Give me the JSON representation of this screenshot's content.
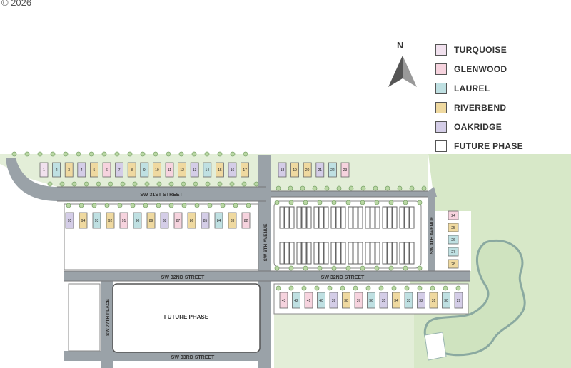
{
  "copyright": "© 2026",
  "compass": {
    "label": "N"
  },
  "legend": [
    {
      "label": "TURQUOISE",
      "color": "#f1e1ee"
    },
    {
      "label": "GLENWOOD",
      "color": "#f6d3de"
    },
    {
      "label": "LAUREL",
      "color": "#bfe0e2"
    },
    {
      "label": "RIVERBEND",
      "color": "#efd9a0"
    },
    {
      "label": "OAKRIDGE",
      "color": "#d4cde7"
    },
    {
      "label": "FUTURE PHASE",
      "color": "#ffffff"
    }
  ],
  "streets": {
    "sw31": "SW 31ST STREET",
    "sw32_left": "SW 32ND STREET",
    "sw32_right": "SW 32ND STREET",
    "sw33": "SW 33RD STREET",
    "sw6th": "SW 6TH AVENUE",
    "sw4th": "SW 4TH AVENUE",
    "sw77": "SW 77TH PLACE"
  },
  "future_phase_label": "FUTURE PHASE",
  "lots": {
    "row1": [
      {
        "n": "1",
        "plan": "turquoise"
      },
      {
        "n": "2",
        "plan": "laurel"
      },
      {
        "n": "3",
        "plan": "riverbend"
      },
      {
        "n": "4",
        "plan": "oakridge"
      },
      {
        "n": "5",
        "plan": "riverbend"
      },
      {
        "n": "6",
        "plan": "glenwood"
      },
      {
        "n": "7",
        "plan": "oakridge"
      },
      {
        "n": "8",
        "plan": "riverbend"
      },
      {
        "n": "9",
        "plan": "laurel"
      },
      {
        "n": "10",
        "plan": "riverbend"
      },
      {
        "n": "11",
        "plan": "glenwood"
      },
      {
        "n": "12",
        "plan": "riverbend"
      },
      {
        "n": "13",
        "plan": "oakridge"
      },
      {
        "n": "14",
        "plan": "laurel"
      },
      {
        "n": "15",
        "plan": "riverbend"
      },
      {
        "n": "16",
        "plan": "oakridge"
      },
      {
        "n": "17",
        "plan": "riverbend"
      }
    ],
    "row1b": [
      {
        "n": "18",
        "plan": "oakridge"
      },
      {
        "n": "19",
        "plan": "riverbend"
      },
      {
        "n": "20",
        "plan": "riverbend"
      },
      {
        "n": "21",
        "plan": "oakridge"
      },
      {
        "n": "22",
        "plan": "laurel"
      },
      {
        "n": "23",
        "plan": "glenwood"
      }
    ],
    "col4th": [
      {
        "n": "24",
        "plan": "glenwood"
      },
      {
        "n": "25",
        "plan": "riverbend"
      },
      {
        "n": "26",
        "plan": "laurel"
      },
      {
        "n": "27",
        "plan": "laurel"
      },
      {
        "n": "28",
        "plan": "riverbend"
      }
    ],
    "row2": [
      {
        "n": "95",
        "plan": "oakridge"
      },
      {
        "n": "94",
        "plan": "riverbend"
      },
      {
        "n": "93",
        "plan": "laurel"
      },
      {
        "n": "92",
        "plan": "riverbend"
      },
      {
        "n": "91",
        "plan": "glenwood"
      },
      {
        "n": "90",
        "plan": "laurel"
      },
      {
        "n": "89",
        "plan": "riverbend"
      },
      {
        "n": "88",
        "plan": "oakridge"
      },
      {
        "n": "87",
        "plan": "glenwood"
      },
      {
        "n": "86",
        "plan": "riverbend"
      },
      {
        "n": "85",
        "plan": "oakridge"
      },
      {
        "n": "84",
        "plan": "laurel"
      },
      {
        "n": "83",
        "plan": "riverbend"
      },
      {
        "n": "82",
        "plan": "glenwood"
      }
    ],
    "row3": [
      {
        "n": "43",
        "plan": "glenwood"
      },
      {
        "n": "42",
        "plan": "laurel"
      },
      {
        "n": "41",
        "plan": "glenwood"
      },
      {
        "n": "40",
        "plan": "laurel"
      },
      {
        "n": "39",
        "plan": "oakridge"
      },
      {
        "n": "38",
        "plan": "riverbend"
      },
      {
        "n": "37",
        "plan": "glenwood"
      },
      {
        "n": "36",
        "plan": "laurel"
      },
      {
        "n": "35",
        "plan": "oakridge"
      },
      {
        "n": "34",
        "plan": "riverbend"
      },
      {
        "n": "33",
        "plan": "laurel"
      },
      {
        "n": "32",
        "plan": "oakridge"
      },
      {
        "n": "31",
        "plan": "riverbend"
      },
      {
        "n": "30",
        "plan": "laurel"
      },
      {
        "n": "29",
        "plan": "oakridge"
      }
    ]
  }
}
